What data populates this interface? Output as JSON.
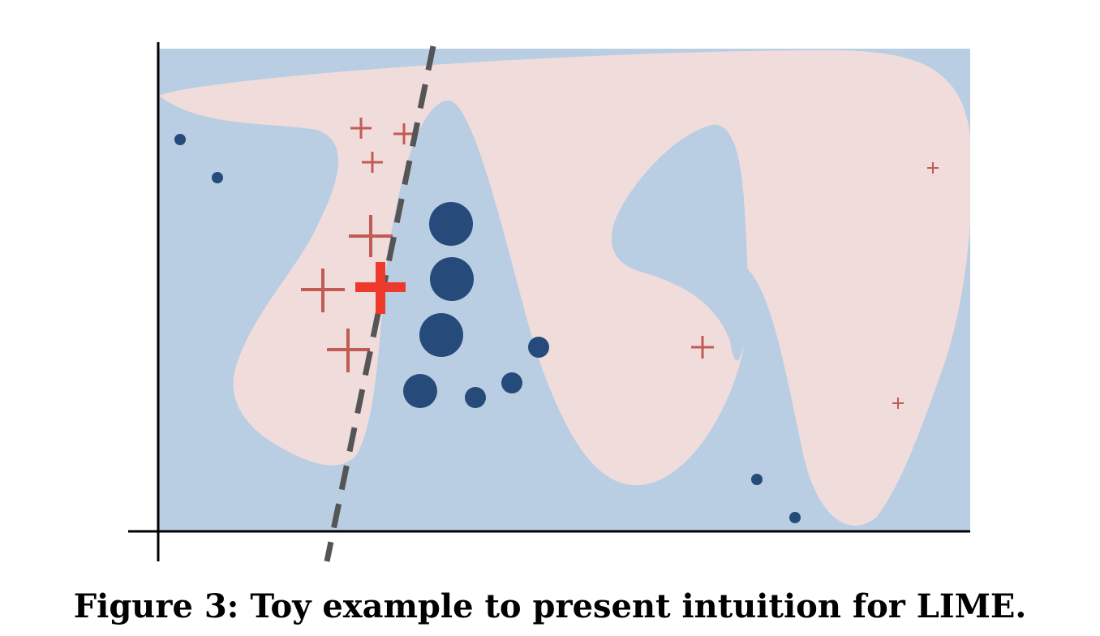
{
  "caption": "Figure 3: Toy example to present intuition for LIME.",
  "colors": {
    "background_region": "#b9cde3",
    "decision_region": "#f1dcdc",
    "circle_class": "#264b7b",
    "cross_class": "#c25b55",
    "explained_instance": "#ee3a2c",
    "explanation_line": "#555555",
    "axes": "#000000"
  },
  "legend": {
    "circle_marker": "dot",
    "cross_marker": "plus",
    "explained_marker": "bold plus",
    "explanation_marker": "dashed line"
  }
}
